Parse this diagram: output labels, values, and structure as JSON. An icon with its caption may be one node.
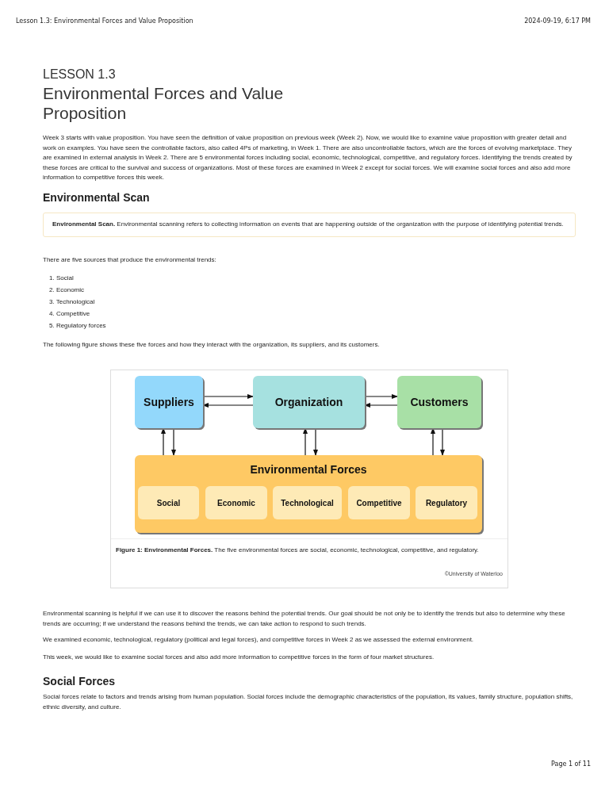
{
  "diagram": {
    "title": "Environmental Forces and Value Proposition",
    "caption": "**Figure 1: Environmental Forces.** The five environmental forces are social, economic, technological, competitive, and regulatory.",
    "nodes": [
      {
        "text": [
          "Suppliers"
        ]
      },
      {
        "text": [
          "Organization"
        ]
      },
      {
        "text": [
          "Customers"
        ]
      },
      {
        "text": [
          "Environmental Forces"
        ]
      },
      {
        "text": [
          "Social"
        ],
        "in": 3
      },
      {
        "text": [
          "Economic"
        ],
        "in": 3
      },
      {
        "text": [
          "Technological"
        ],
        "in": 3
      },
      {
        "text": [
          "Competitive"
        ],
        "in": 3
      },
      {
        "text": [
          "Regulatory"
        ],
        "in": 3
      }
    ],
    "edges": [
      {
        "from": 0,
        "to": 1,
        "arrow": "to"
      },
      {
        "from": 1,
        "to": 0,
        "arrow": "to"
      },
      {
        "from": 1,
        "to": 2,
        "arrow": "to"
      },
      {
        "from": 2,
        "to": 1,
        "arrow": "to"
      },
      {
        "from": 3,
        "to": 0,
        "arrow": "to"
      },
      {
        "from": 0,
        "to": 3,
        "arrow": "to"
      },
      {
        "from": 3,
        "to": 1,
        "arrow": "to"
      },
      {
        "from": 1,
        "to": 3,
        "arrow": "to"
      },
      {
        "from": 3,
        "to": 2,
        "arrow": "to"
      },
      {
        "from": 2,
        "to": 3,
        "arrow": "to"
      }
    ],
    "labels": [
      "Lesson 1.3: Environmental Forces and Value Proposition",
      "2024-09-19, 6:17 PM",
      "LESSON 1.3",
      "Week 3 starts with value proposition. You have seen the definition of value proposition on previous week (Week 2). Now, we would like to examine value proposition with greater detail and work on examples. You have seen the controllable factors, also called 4Ps of marketing, in Week 1. There are also uncontrollable factors, which are the forces of evolving marketplace. They are examined in external analysis in Week 2. There are 5 environmental forces including social, economic, technological, competitive, and regulatory forces. Identifying the trends created by these forces are critical to the survival and success of organizations. Most of these forces are examined in Week 2 except for social forces. We will examine social forces and also add more information to competitive forces this week.",
      "Environmental Scan",
      "**Environmental Scan.** Environmental scanning refers to collecting information on events that are happening outside of the organization with the purpose of identifying potential trends.",
      "There are five sources that produce the environmental trends:",
      "1. Social",
      "2. Economic",
      "3. Technological",
      "4. Competitive",
      "5. Regulatory forces",
      "The following figure shows these five forces and how they interact with the organization, its suppliers, and its customers.",
      "©University of Waterloo",
      "Environmental scanning is helpful if we can use it to discover the reasons behind the potential trends. Our goal should be not only be to identify the trends but also to determine why these trends are occurring; if we understand the reasons behind the trends, we can take action to respond to such trends.",
      "We examined economic, technological, regulatory (political and legal forces), and competitive forces in Week 2 as we assessed the external environment.",
      "This week, we would like to examine social forces and also add more information to competitive forces in the form of four market structures.",
      "Social Forces",
      "Social forces relate to factors and trends arising from human population. Social forces include the demographic characteristics of the population, its values, family structure, population shifts, ethnic diversity, and culture.",
      "Page 1 of 11"
    ]
  }
}
